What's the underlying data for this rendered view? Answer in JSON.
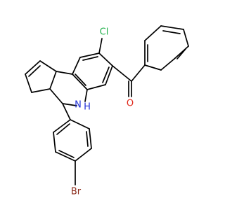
{
  "molecule": {
    "atoms": [
      {
        "label": "Cl",
        "color": "#22b14c"
      },
      {
        "label": "N",
        "color": "#1f2fd6"
      },
      {
        "label": "H",
        "color": "#1f2fd6"
      },
      {
        "label": "O",
        "color": "#e0281a"
      },
      {
        "label": "Br",
        "color": "#8b2a1a"
      }
    ]
  }
}
